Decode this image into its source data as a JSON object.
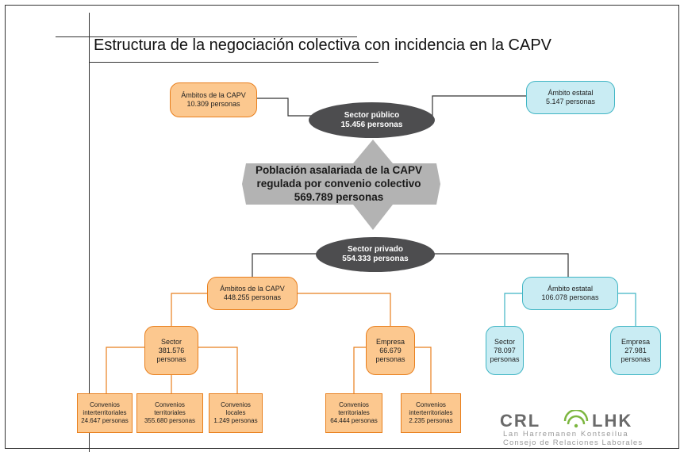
{
  "title": "Estructura de la negociación colectiva con incidencia en la CAPV",
  "colors": {
    "orange_fill": "#fcc88f",
    "orange_stroke": "#e87f1d",
    "cyan_fill": "#c9ecf3",
    "cyan_stroke": "#3fb5c4",
    "dark_ellipse": "#4d4d4f",
    "central_gray": "#b3b3b3"
  },
  "central": {
    "line1": "Población asalariada de la CAPV",
    "line2": "regulada por convenio colectivo",
    "line3": "569.789 personas"
  },
  "public": {
    "sector": {
      "label": "Sector público",
      "value": "15.456 personas"
    },
    "capv": {
      "label": "Ámbitos de la CAPV",
      "value": "10.309 personas"
    },
    "estatal": {
      "label": "Ámbito estatal",
      "value": "5.147 personas"
    }
  },
  "private": {
    "sector": {
      "label": "Sector privado",
      "value": "554.333 personas"
    },
    "capv": {
      "label": "Ámbitos de la CAPV",
      "value": "448.255 personas"
    },
    "estatal": {
      "label": "Ámbito estatal",
      "value": "106.078 personas"
    },
    "capv_sector": {
      "line1": "Sector",
      "line2": "381.576",
      "line3": "personas"
    },
    "capv_empresa": {
      "line1": "Empresa",
      "line2": "66.679",
      "line3": "personas"
    },
    "estatal_sector": {
      "line1": "Sector",
      "line2": "78.097",
      "line3": "personas"
    },
    "estatal_empresa": {
      "line1": "Empresa",
      "line2": "27.981",
      "line3": "personas"
    },
    "convenios": [
      {
        "line1": "Convenios",
        "line2": "interterritoriales",
        "line3": "24.647 personas"
      },
      {
        "line1": "Convenios",
        "line2": "territoriales",
        "line3": "355.680 personas"
      },
      {
        "line1": "Convenios",
        "line2": "locales",
        "line3": "1.249 personas"
      },
      {
        "line1": "Convenios",
        "line2": "territoriales",
        "line3": "64.444 personas"
      },
      {
        "line1": "Convenios",
        "line2": "interterritoriales",
        "line3": "2.235 personas"
      }
    ]
  },
  "logo": {
    "text": "CRL LHK",
    "sub1": "Lan Harremanen Kontseilua",
    "sub2": "Consejo de Relaciones Laborales"
  }
}
